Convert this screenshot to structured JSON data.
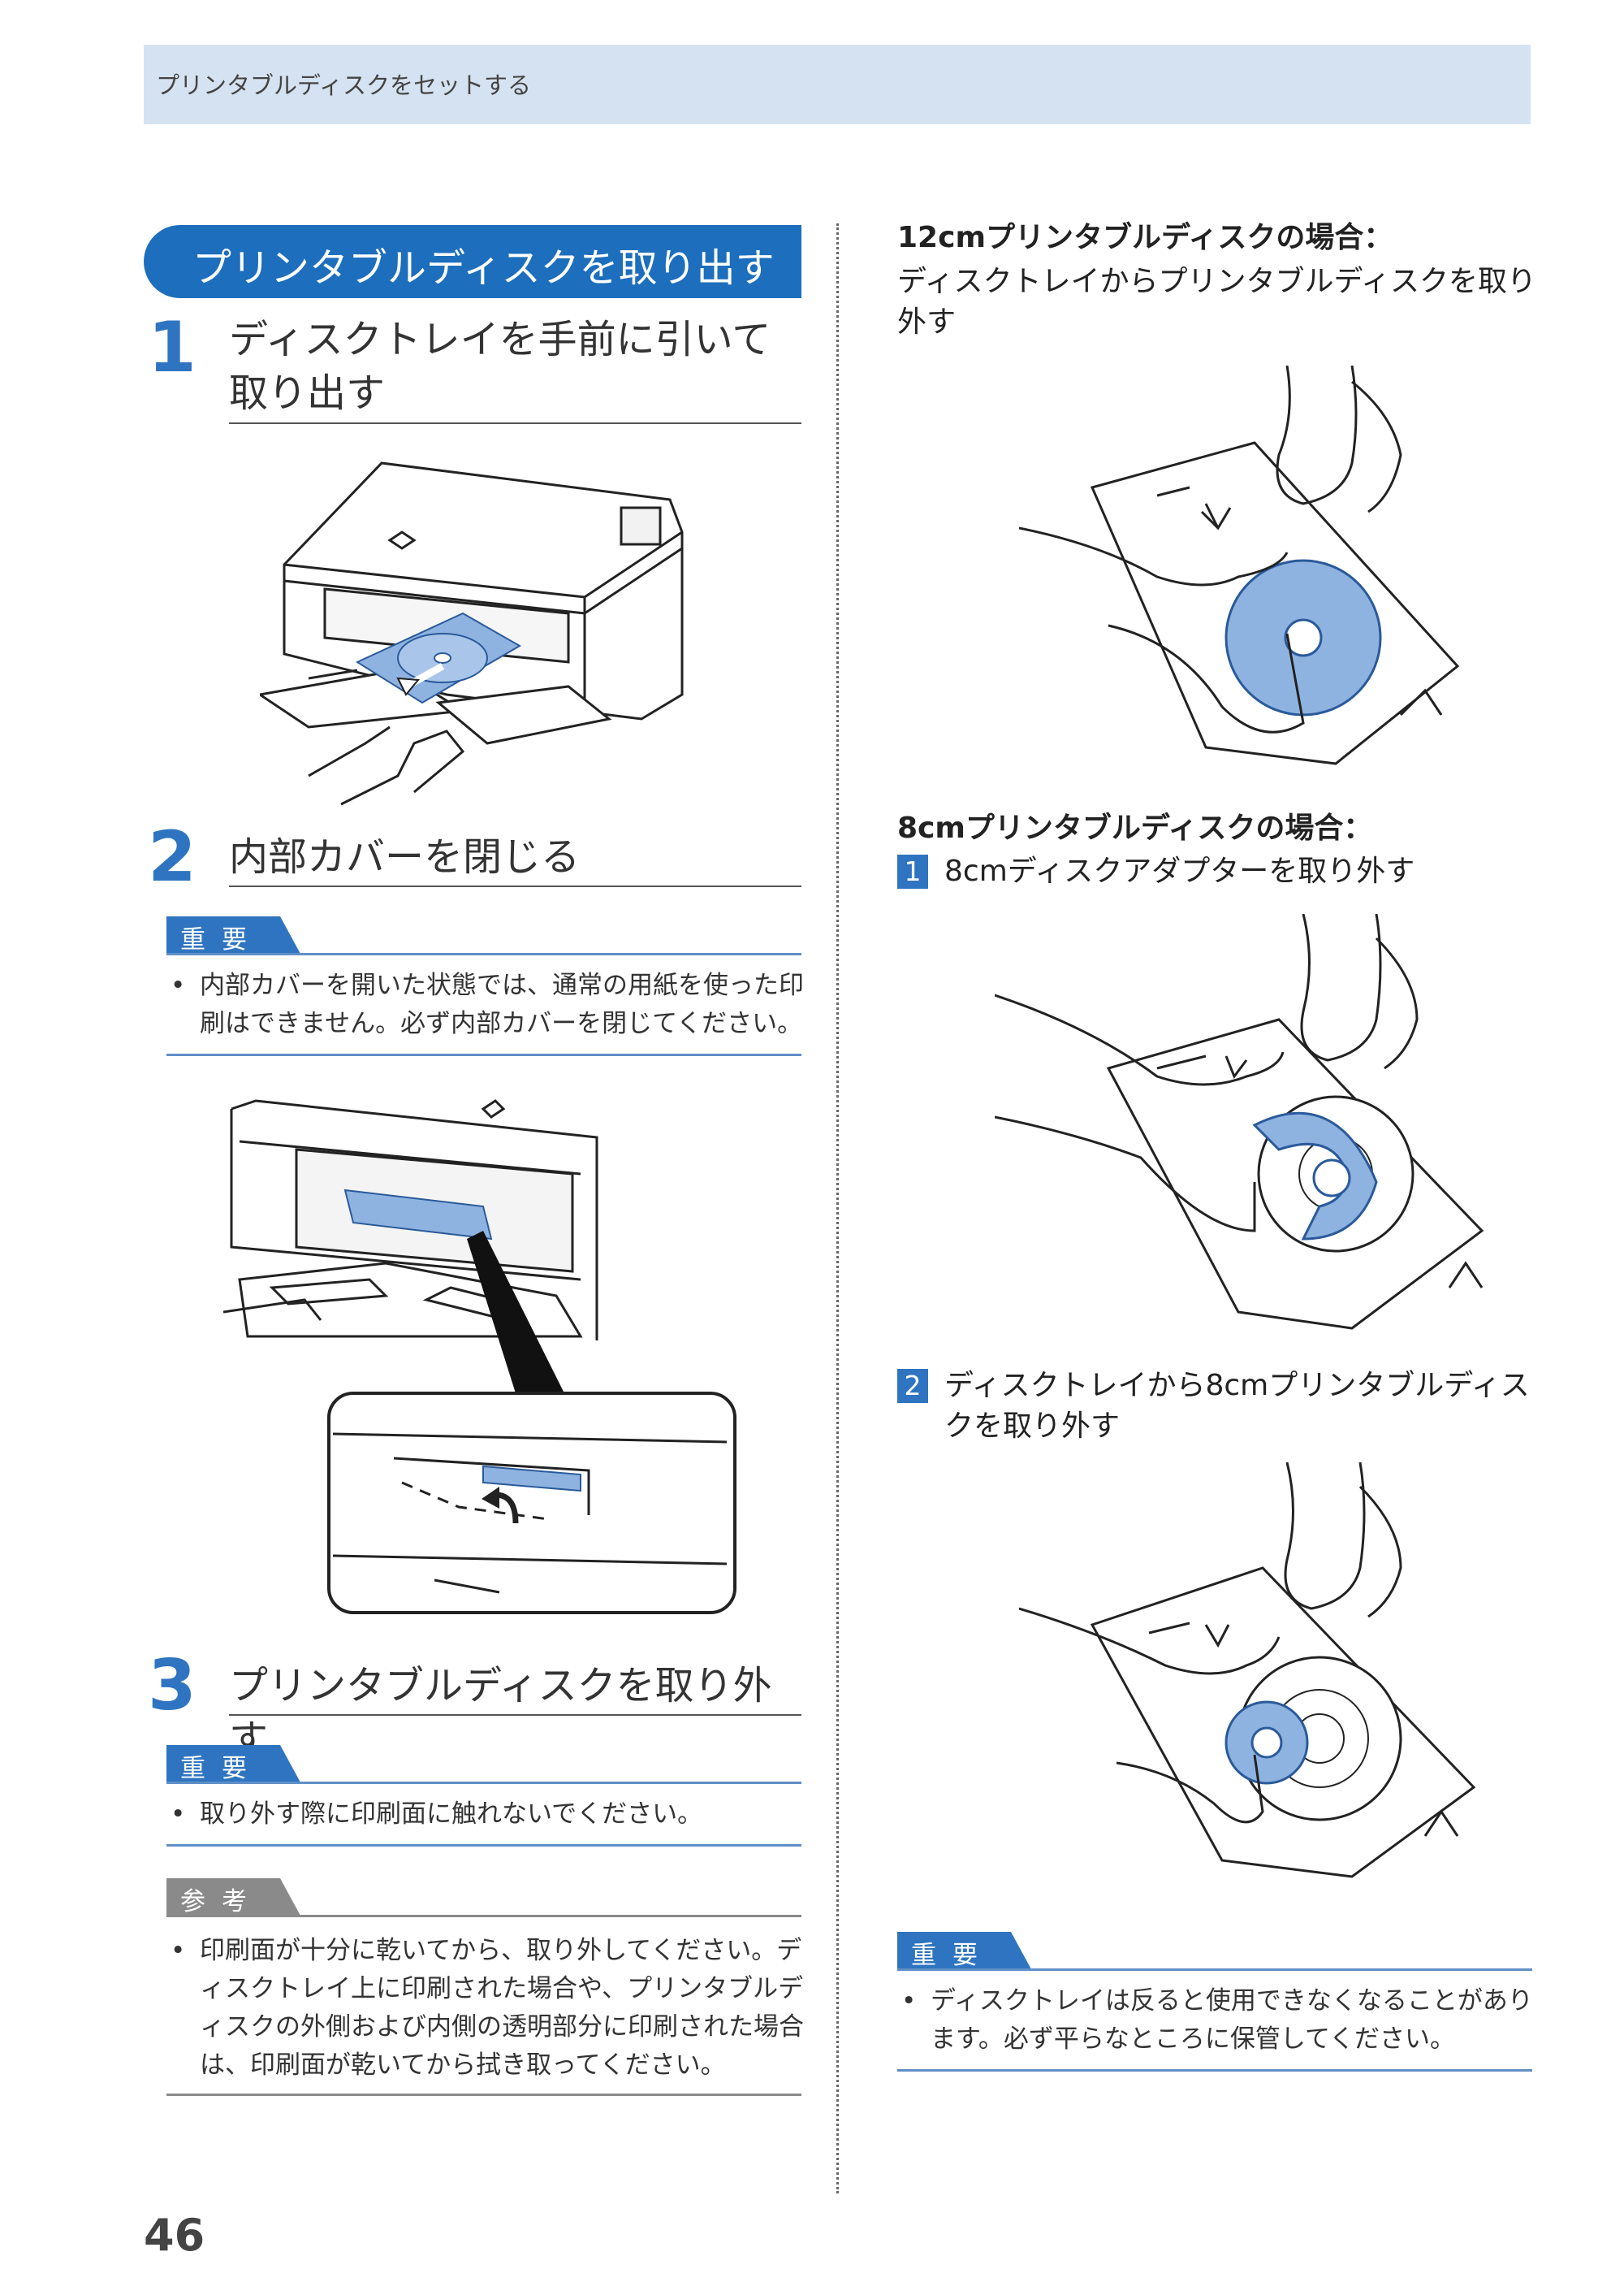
{
  "header": {
    "title": "プリンタブルディスクをセットする"
  },
  "section": {
    "title": "プリンタブルディスクを取り出す"
  },
  "steps": [
    {
      "num": "1",
      "title": "ディスクトレイを手前に引いて取り出す"
    },
    {
      "num": "2",
      "title": "内部カバーを閉じる"
    },
    {
      "num": "3",
      "title": "プリンタブルディスクを取り外す"
    }
  ],
  "notes": {
    "important_label": "重要",
    "reference_label": "参考",
    "step2_important": "内部カバーを開いた状態では、通常の用紙を使った印刷はできません。必ず内部カバーを閉じてください。",
    "step3_important": "取り外す際に印刷面に触れないでください。",
    "step3_reference": "印刷面が十分に乾いてから、取り外してください。ディスクトレイ上に印刷された場合や、プリンタブルディスクの外側および内側の透明部分に印刷された場合は、印刷面が乾いてから拭き取ってください。",
    "right_important": "ディスクトレイは反ると使用できなくなることがあります。必ず平らなところに保管してください。"
  },
  "right": {
    "case12_heading": "12cmプリンタブルディスクの場合：",
    "case12_text": "ディスクトレイからプリンタブルディスクを取り外す",
    "case8_heading": "8cmプリンタブルディスクの場合：",
    "substeps": [
      {
        "num": "1",
        "text": "8cmディスクアダプターを取り外す"
      },
      {
        "num": "2",
        "text": "ディスクトレイから8cmプリンタブルディスクを取り外す"
      }
    ]
  },
  "page_number": "46",
  "colors": {
    "accent": "#1d6ebd",
    "header_band": "#d5e2f1",
    "disc_blue": "#8fb3e0"
  }
}
